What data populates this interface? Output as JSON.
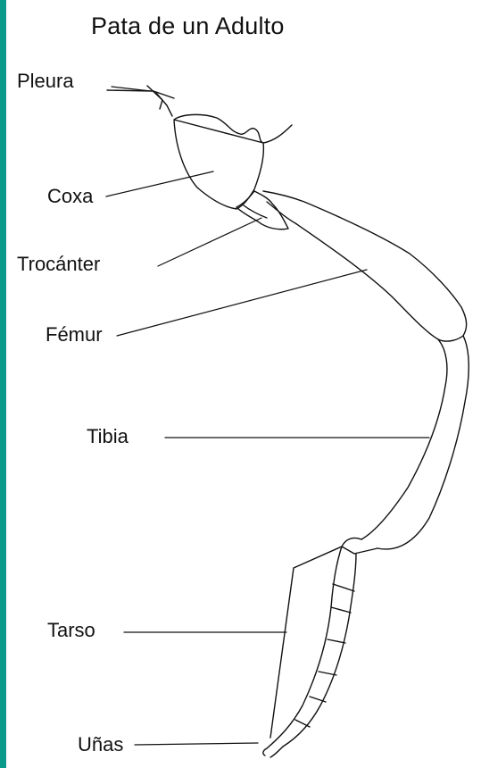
{
  "title": "Pata de un Adulto",
  "labels": {
    "pleura": "Pleura",
    "coxa": "Coxa",
    "trocanter": "Trocánter",
    "femur": "Fémur",
    "tibia": "Tibia",
    "tarso": "Tarso",
    "unas": "Uñas"
  },
  "colors": {
    "background_left": "#0a9a8c",
    "background_right": "#123d6e",
    "panel": "#ffffff",
    "ink": "#111111"
  }
}
